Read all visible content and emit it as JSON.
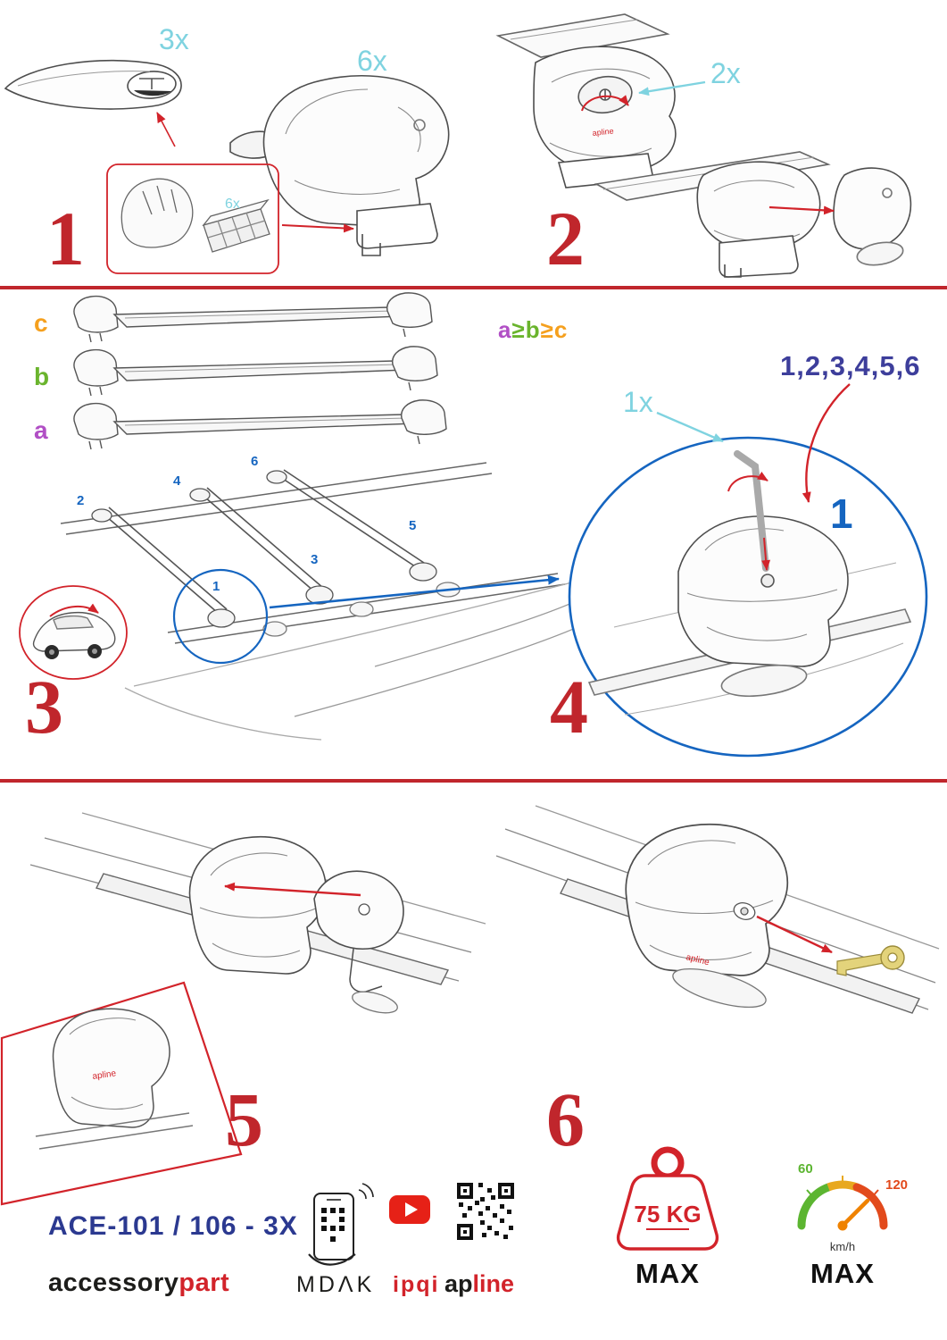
{
  "step1": {
    "number": "1",
    "bar_qty": "3x",
    "foot_qty": "6x",
    "pad_qty": "6x"
  },
  "step2": {
    "number": "2",
    "lock_qty": "2x"
  },
  "step3": {
    "number": "3",
    "label_a": "a",
    "label_b": "b",
    "label_c": "c",
    "rule": {
      "a": "a",
      "ge1": "≥",
      "b": "b",
      "ge2": "≥",
      "c": "c"
    },
    "positions": [
      "1",
      "2",
      "3",
      "4",
      "5",
      "6"
    ]
  },
  "step4": {
    "number": "4",
    "tool_qty": "1x",
    "sequence": "1,2,3,4,5,6",
    "first_position": "1"
  },
  "step5": {
    "number": "5"
  },
  "step6": {
    "number": "6"
  },
  "branding": {
    "product_code": "ACE-101 / 106 - 3X",
    "accessory": "accessory",
    "part": "part",
    "mdak": "MDΛK",
    "ipqi": "ipqi",
    "apline_ap": "ap",
    "apline_line": "line",
    "foot_logo": "apline"
  },
  "limits": {
    "weight_value": "75 KG",
    "weight_max": "MAX",
    "speed_low": "60",
    "speed_high": "120",
    "speed_unit": "km/h",
    "speed_max": "MAX"
  },
  "colors": {
    "red": "#c0262c",
    "cyan": "#7fd3e0",
    "blue": "#1565c0",
    "indigo": "#3d3e9b",
    "purple": "#b14fc5",
    "green": "#6ab42d",
    "orange": "#f5a01e",
    "navy": "#2b3990"
  }
}
